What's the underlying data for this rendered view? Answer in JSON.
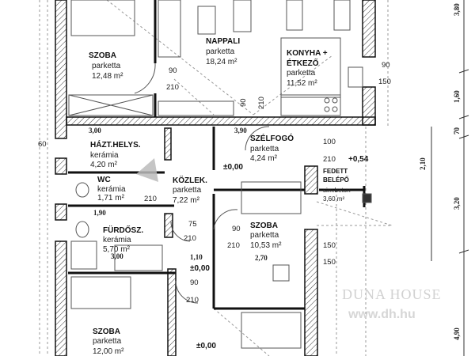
{
  "rooms": [
    {
      "name": "SZOBA",
      "floor": "parketta",
      "area": "12,48 m²"
    },
    {
      "name": "NAPPALI",
      "floor": "parketta",
      "area": "18,24 m²"
    },
    {
      "name": "KONYHA +",
      "name2": "ÉTKEZŐ",
      "floor": "parketta",
      "area": "11,52 m²"
    },
    {
      "name": "HÁZT.HELYS.",
      "floor": "kerámia",
      "area": "4,20 m²"
    },
    {
      "name": "SZÉLFOGÓ",
      "floor": "parketta",
      "area": "4,24 m²"
    },
    {
      "name": "WC",
      "floor": "kerámia",
      "area": "1,71 m²"
    },
    {
      "name": "KÖZLEK.",
      "floor": "parketta",
      "area": "7,22 m²"
    },
    {
      "name": "FEDETT",
      "name2": "BELÉPŐ",
      "floor": "sim.beton",
      "area": "3,60 m²"
    },
    {
      "name": "FÜRDŐSZ.",
      "floor": "kerámia",
      "area": "5,70 m²"
    },
    {
      "name": "SZOBA",
      "floor": "parketta",
      "area": "10,53 m²"
    },
    {
      "name": "SZOBA",
      "floor": "parketta",
      "area": "12,00 m²"
    }
  ],
  "dims": {
    "d90a": "90",
    "d210a": "210",
    "d90b": "90",
    "d210b": "210",
    "d90c": "90",
    "d150a": "150",
    "d300a": "3,00",
    "d390": "3,90",
    "d100": "100",
    "d210c": "210",
    "d054": "+0,54",
    "d000a": "±0,00",
    "d210d": "210",
    "d190": "1,90",
    "d75": "75",
    "d210e": "210",
    "d300b": "3,00",
    "d110": "1,10",
    "d000b": "±0,00",
    "d90d": "90",
    "d210f": "210",
    "d90e": "90",
    "d210g": "210",
    "d000c": "±0,00",
    "d270": "2,70",
    "d150b": "150",
    "d150c": "150",
    "d60": "60"
  },
  "side_dims": [
    "3,80",
    "1,60",
    "70",
    "2,10",
    "3,20",
    "4,90"
  ],
  "watermark": {
    "brand": "DUNA HOUSE",
    "url": "www.dh.hu"
  }
}
